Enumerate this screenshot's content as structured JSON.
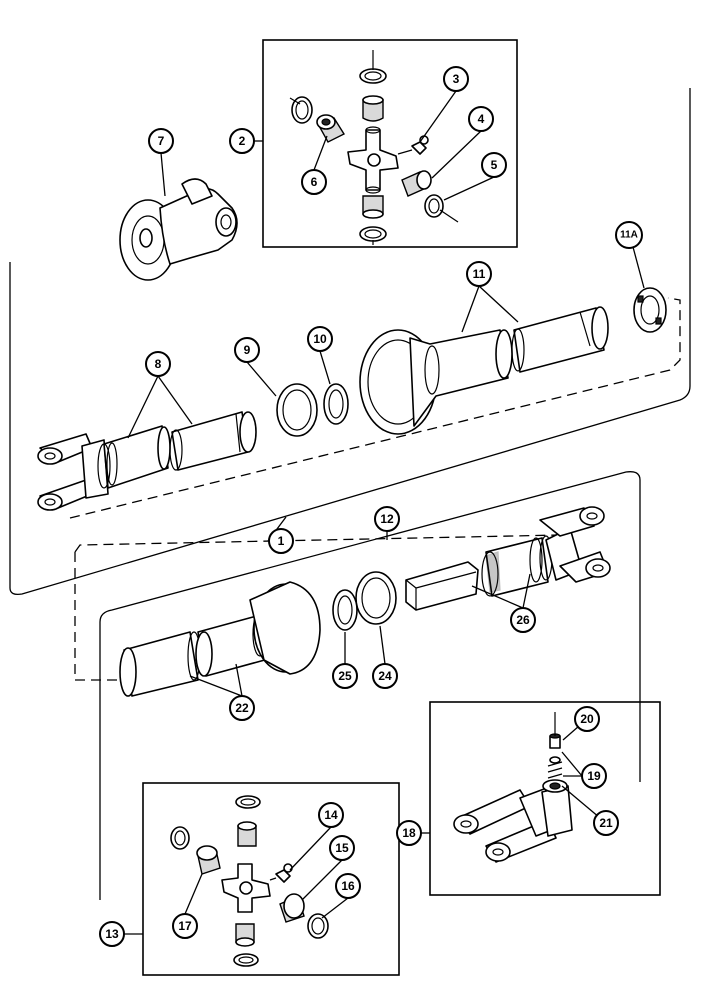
{
  "callouts": [
    "1",
    "2",
    "3",
    "4",
    "5",
    "6",
    "7",
    "8",
    "9",
    "10",
    "11",
    "11A",
    "12",
    "13",
    "14",
    "15",
    "16",
    "17",
    "18",
    "19",
    "20",
    "21",
    "22",
    "24",
    "25",
    "26"
  ]
}
